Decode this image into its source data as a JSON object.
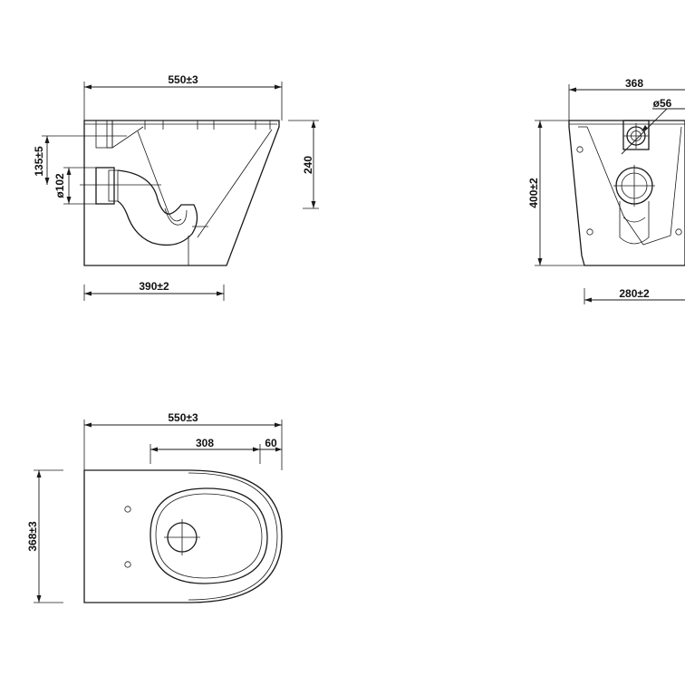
{
  "side_view": {
    "overall_length": "550±3",
    "base_length": "390±2",
    "height": "240",
    "outlet_height": "135±5",
    "outlet_diameter": "ø102"
  },
  "rear_view": {
    "top_width": "368",
    "inlet_diameter": "ø56",
    "height": "400±2",
    "base_width": "280±2"
  },
  "top_view": {
    "overall_length": "550±3",
    "length_a": "308",
    "length_b": "60",
    "width": "368±3"
  }
}
